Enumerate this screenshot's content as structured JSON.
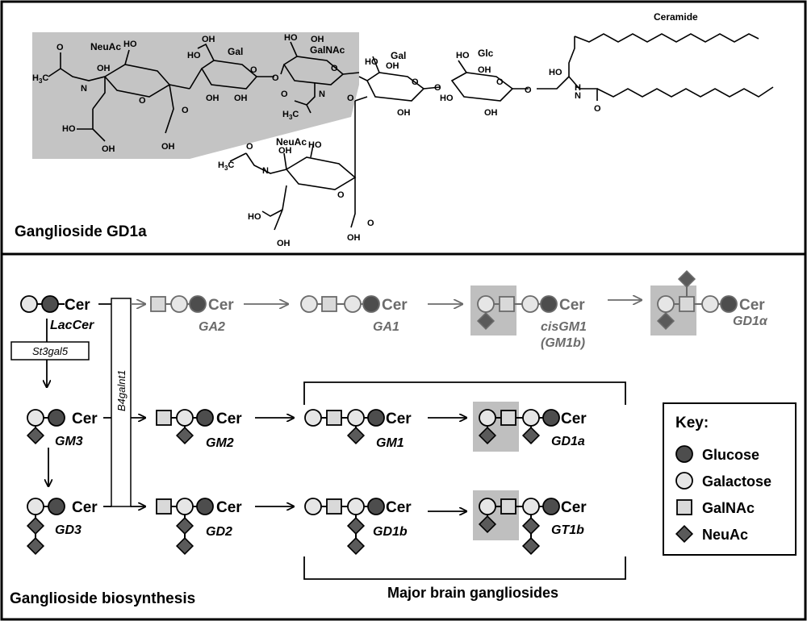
{
  "top_panel": {
    "title": "Ganglioside GD1a",
    "labels": {
      "ceramide": "Ceramide",
      "neuac_top": "NeuAc",
      "gal_1": "Gal",
      "galnac": "GalNAc",
      "gal_2": "Gal",
      "glc": "Glc",
      "neuac_bottom": "NeuAc"
    }
  },
  "bottom_panel": {
    "title": "Ganglioside biosynthesis",
    "major_label": "Major brain gangliosides",
    "enzymes": {
      "st3gal5": "St3gal5",
      "b4galnt1": "B4galnt1"
    },
    "cer": "Cer",
    "names": {
      "lactosylceramide": "LacCer",
      "GM3": "GM3",
      "GD3": "GD3",
      "GA2": "GA2",
      "GA1": "GA1",
      "cisGM1_a": "cisGM1",
      "cisGM1_b": "(GM1b)",
      "GD1alpha": "GD1α",
      "GM2": "GM2",
      "GM1": "GM1",
      "GD1a": "GD1a",
      "GD2": "GD2",
      "GD1b": "GD1b",
      "GT1b": "GT1b"
    },
    "key": {
      "title": "Key:",
      "glucose": "Glucose",
      "galactose": "Galactose",
      "galnac": "GalNAc",
      "neuac": "NeuAc"
    },
    "colors": {
      "glucose": "#4d4d4d",
      "galactose": "#e6e6e6",
      "galnac": "#d9d9d9",
      "neuac": "#5a5a5a",
      "highlight": "#bfbfbf",
      "faded": "#6b6b6b"
    }
  }
}
